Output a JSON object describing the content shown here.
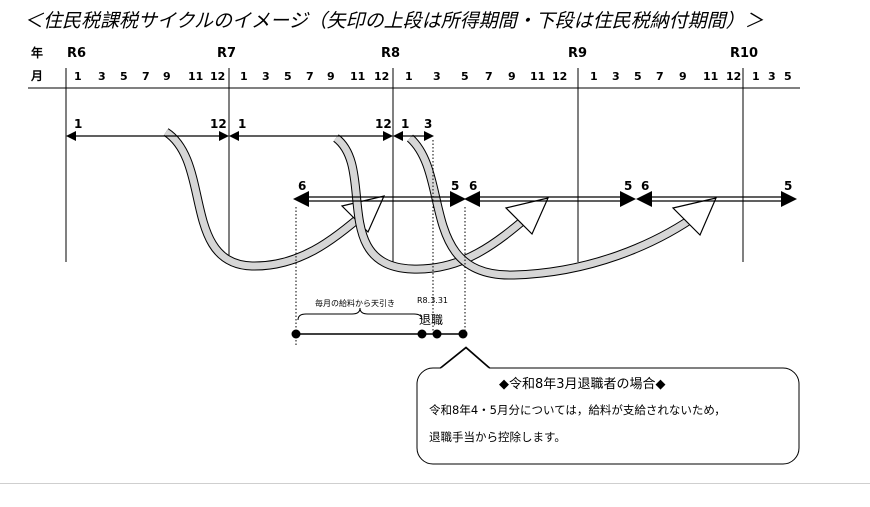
{
  "title": "＜住民税課税サイクルのイメージ（矢印の上段は所得期間・下段は住民税納付期間）＞",
  "axis": {
    "year_label": "年",
    "month_label": "月"
  },
  "years": [
    "R6",
    "R7",
    "R8",
    "R9",
    "R10"
  ],
  "month_groups": [
    [
      "1",
      "3",
      "5",
      "7",
      "9",
      "11",
      "12"
    ],
    [
      "1",
      "3",
      "5",
      "7",
      "9",
      "11",
      "12"
    ],
    [
      "1",
      "3",
      "5",
      "7",
      "9",
      "11",
      "12"
    ],
    [
      "1",
      "3",
      "5",
      "7",
      "9",
      "11",
      "12"
    ],
    [
      "1",
      "3",
      "5"
    ]
  ],
  "income_arrows": [
    {
      "start": "1",
      "end": "12"
    },
    {
      "start": "1",
      "end": "12"
    },
    {
      "start": "1",
      "end": "3"
    }
  ],
  "payment_arrows": [
    {
      "start": "6",
      "end": "5"
    },
    {
      "start": "6",
      "end": "5"
    },
    {
      "start": "6",
      "end": "5"
    }
  ],
  "withholding_label": "毎月の給料から天引き",
  "retire_date": "R8.3.31",
  "retire_label": "退職",
  "callout": {
    "title": "◆令和8年3月退職者の場合◆",
    "line1": "令和8年4・5月分については，給料が支給されないため，",
    "line2": "退職手当から控除します。"
  }
}
